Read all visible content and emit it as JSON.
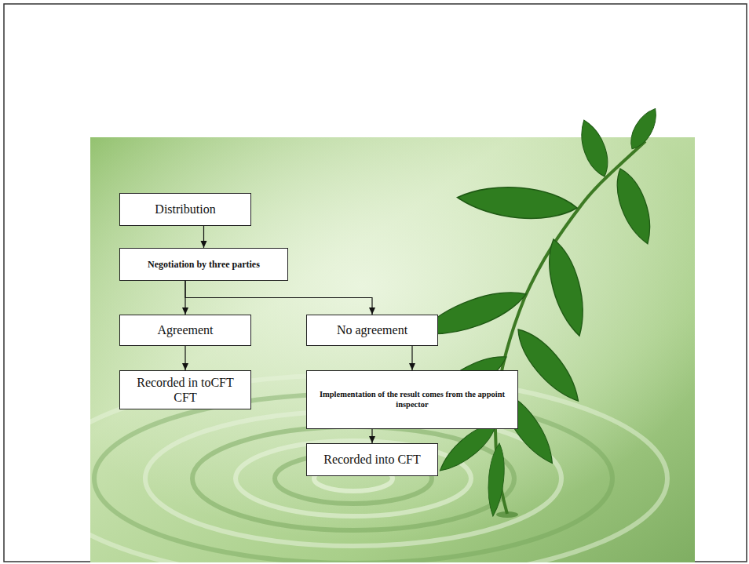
{
  "diagram": {
    "nodes": [
      {
        "text": [
          "Distribution"
        ]
      },
      {
        "text": [
          "Negotiation by three parties"
        ]
      },
      {
        "text": [
          "Agreement"
        ]
      },
      {
        "text": [
          "No agreement"
        ]
      },
      {
        "text": [
          "Recorded in toCFT CFT"
        ]
      },
      {
        "text": [
          "Implementation of the result comes from the appoint inspector"
        ]
      },
      {
        "text": [
          "Recorded into CFT"
        ]
      }
    ],
    "edges": [
      {
        "from": 0,
        "to": 1,
        "arrow": "to"
      },
      {
        "from": 1,
        "to": 2,
        "arrow": "to"
      },
      {
        "from": 1,
        "to": 3,
        "arrow": "to"
      },
      {
        "from": 2,
        "to": 4,
        "arrow": "to"
      },
      {
        "from": 3,
        "to": 5,
        "arrow": "to"
      },
      {
        "from": 5,
        "to": 6,
        "arrow": "to"
      }
    ]
  }
}
